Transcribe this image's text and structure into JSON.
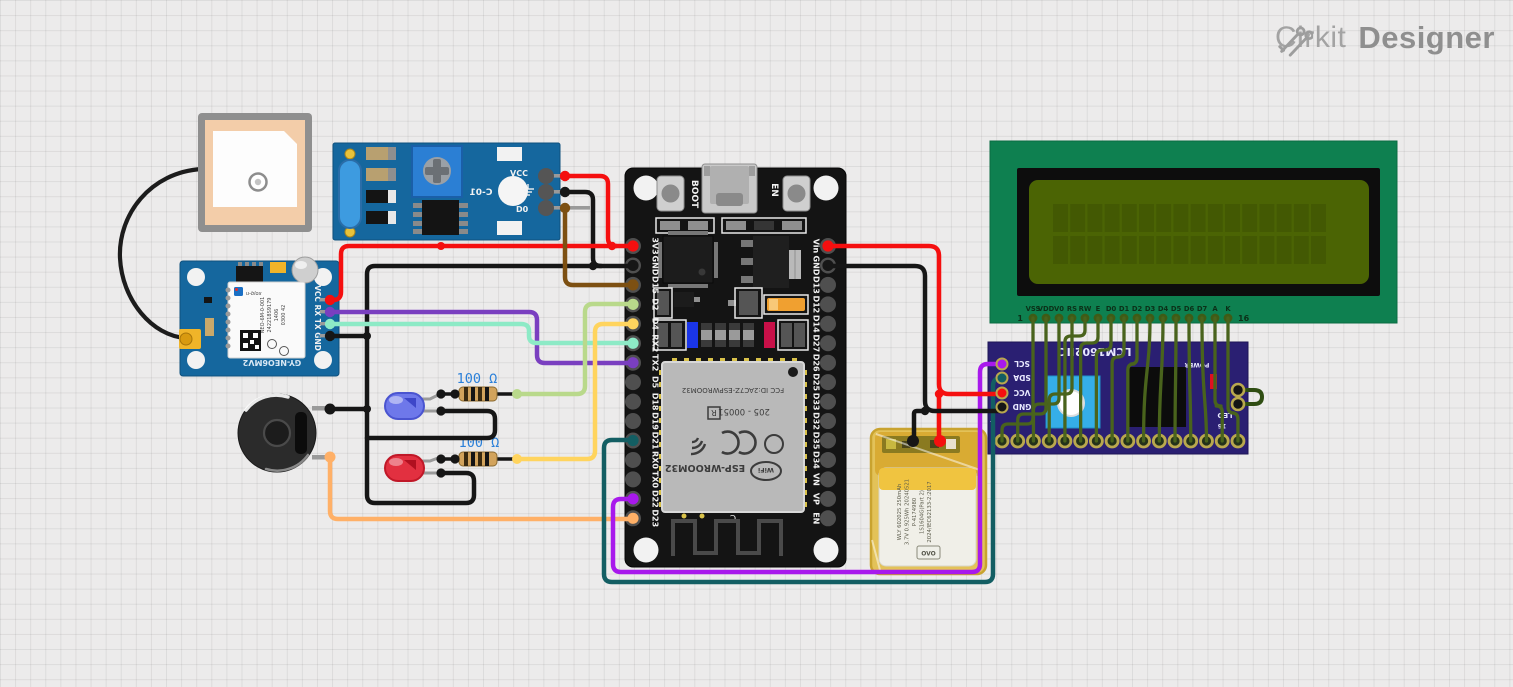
{
  "app": {
    "brand": "Cirkit",
    "product": "Designer"
  },
  "colors": {
    "red": "#f50f0f",
    "black": "#161616",
    "brown": "#7d5012",
    "light_green": "#b9d98b",
    "yellow": "#ffd45e",
    "aqua": "#8deac6",
    "violet": "#7a3fc0",
    "dark_teal": "#135e63",
    "magenta": "#a819ec",
    "orange": "#ffb067",
    "lcd_green": "#49631c",
    "resistor_label_blue": "#2b80d9"
  },
  "esp32": {
    "boot": "BOOT",
    "en": "EN",
    "left_pins": [
      "3V3",
      "GND",
      "D15",
      "D2",
      "D4",
      "RX2",
      "TX2",
      "D5",
      "D18",
      "D19",
      "D21",
      "RX0",
      "TX0",
      "D22",
      "D23"
    ],
    "right_pins": [
      "Vin",
      "GND",
      "D13",
      "D12",
      "D14",
      "D27",
      "D26",
      "D25",
      "D33",
      "D32",
      "D35",
      "D34",
      "VN",
      "VP",
      "EN"
    ],
    "connections": {
      "left": {
        "3V3": "red",
        "GND": "black",
        "D15": "brown",
        "D2": "light_green",
        "D4": "yellow",
        "RX2": "aqua",
        "TX2": "violet",
        "D21": "dark_teal",
        "D22": "magenta",
        "D23": "orange"
      },
      "right": {
        "Vin": "red",
        "GND": "black"
      }
    },
    "module": {
      "fcc": "FCC ID:2AC7Z-ESPWROOM32",
      "serial": "205 - 00051",
      "r_mark": "R",
      "wifi": "WiFi",
      "name": "ESP-WROOM32",
      "c_mark": "C"
    }
  },
  "gps": {
    "board_label": "GY-NEO6MV2",
    "pin_labels": "VCC RX TX GND",
    "brand": "u-blox",
    "chip_lines": [
      "NEO-6M-0-001",
      "242218S9179",
      "1406",
      "0300 42"
    ]
  },
  "vibration": {
    "vcc": "VCC",
    "d0": "D0",
    "code": "C-01"
  },
  "lcd": {
    "pins": [
      "VSS",
      "VDD",
      "V0",
      "RS",
      "RW",
      "E",
      "D0",
      "D1",
      "D2",
      "D3",
      "D4",
      "D5",
      "D6",
      "D7",
      "A",
      "K"
    ],
    "first": "1",
    "last": "16"
  },
  "backpack": {
    "title": "LCM1602IIC",
    "left_pins": [
      "SCL",
      "SDA",
      "VCC",
      "GND"
    ],
    "left_pin_colors": {
      "SCL": "magenta",
      "SDA": "dark_teal",
      "VCC": "red",
      "GND": "black"
    },
    "power": "POWER",
    "led": "LED",
    "pin16": "16",
    "pin1": "1"
  },
  "battery": {
    "lines": [
      "WLY 602025 250mAh",
      "3.7V 0.925Wh 20240521",
      "P-4174980",
      "1S1604G(Part 2)",
      "2024/IEC62133-2:2017"
    ],
    "mark": "OVO"
  },
  "resistor_label": "100 Ω"
}
